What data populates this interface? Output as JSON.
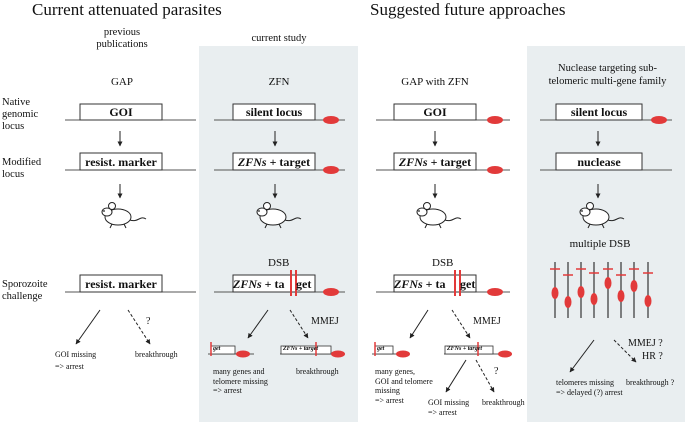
{
  "headings": {
    "current": "Current attenuated parasites",
    "future": "Suggested future approaches"
  },
  "row_labels": {
    "native": "Native\ngenomic\nlocus",
    "modified": "Modified\nlocus",
    "challenge": "Sporozoite\nchallenge"
  },
  "columns": {
    "prev_pubs": "previous\npublications",
    "current_study": "current study",
    "gap": "GAP",
    "zfn": "ZFN",
    "gap_zfn": "GAP with ZFN",
    "nuclease": "Nuclease targeting sub-\ntelomeric multi-gene family"
  },
  "boxes": {
    "goi": "GOI",
    "resist_marker": "resist. marker",
    "silent_locus": "silent locus",
    "zfns": "ZFNs",
    "plus_target": " + target",
    "plus_ta": " + ta",
    "get": "get",
    "nuclease": "nuclease",
    "get_small": "get",
    "zfns_target_small": "ZFNs + target"
  },
  "annotations": {
    "dsb": "DSB",
    "multiple_dsb": "multiple DSB",
    "mmej": "MMEJ",
    "mmej_q": "MMEJ ?",
    "hr_q": "HR ?",
    "q": "?"
  },
  "outcomes": {
    "goi_missing": "GOI missing",
    "arrest": "=> arrest",
    "breakthrough": "breakthrough",
    "breakthrough_q": "breakthrough ?",
    "many_genes_telomere": "many genes and\ntelomere missing\n=> arrest",
    "many_genes_goi": "many genes,\nGOI and telomere\nmissing\n=> arrest",
    "goi_missing_arrest": "GOI missing\n=> arrest",
    "telomeres_missing": "telomeres missing\n=> delayed (?) arrest"
  },
  "colors": {
    "panel": "#e9eef0",
    "red": "#e23a3a",
    "line": "#555555",
    "text": "#111111"
  },
  "icons": [
    "mouse-icon",
    "red-ellipse-telomere",
    "double-strand-break-mark"
  ]
}
